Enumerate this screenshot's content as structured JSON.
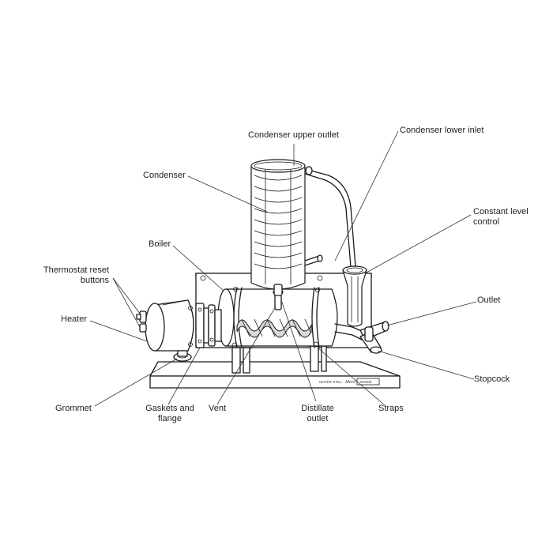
{
  "labels": {
    "condenser_upper_outlet": "Condenser upper outlet",
    "condenser_lower_inlet": "Condenser lower inlet",
    "condenser": "Condenser",
    "constant_level_control": [
      "Constant level",
      "control"
    ],
    "boiler": "Boiler",
    "thermostat_reset_buttons": [
      "Thermostat reset",
      "buttons"
    ],
    "outlet": "Outlet",
    "heater": "Heater",
    "stopcock": "Stopcock",
    "grommet": "Grommet",
    "gaskets_and_flange": [
      "Gaskets and",
      "flange"
    ],
    "vent": "Vent",
    "distillate_outlet": [
      "Distillate",
      "outlet"
    ],
    "straps": "Straps"
  },
  "nameplate": {
    "brand": "WATER STILL",
    "model_name": "Merit",
    "model_number": "W4000"
  },
  "colors": {
    "ink": "#1a1a1a",
    "label_text": "#222222",
    "background": "#ffffff"
  }
}
